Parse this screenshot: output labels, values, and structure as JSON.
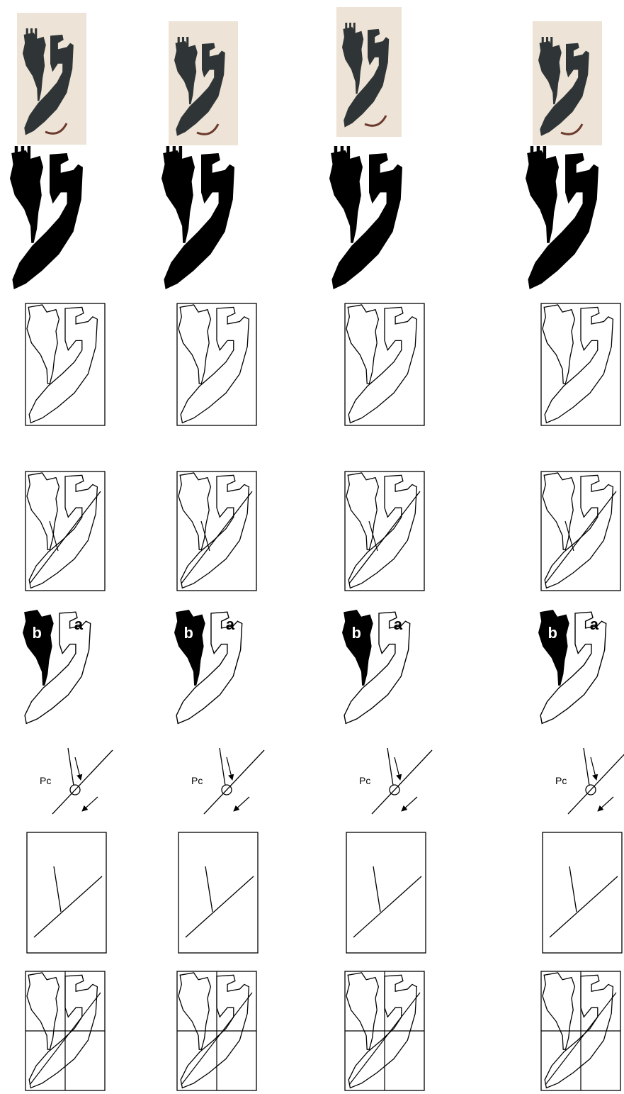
{
  "columns": [
    {
      "label_a": "a",
      "label_b": "b",
      "point_label": "Pc"
    },
    {
      "label_a": "a",
      "label_b": "b",
      "point_label": "Pc"
    },
    {
      "label_a": "a",
      "label_b": "b",
      "point_label": "Pc"
    },
    {
      "label_a": "a",
      "label_b": "b",
      "point_label": "Pc"
    }
  ],
  "colors": {
    "parchment": "#ede3d6",
    "ink": "#2f3537",
    "ink_brown": "#6b3a2c",
    "line": "#000000"
  },
  "rows": [
    "photo-row",
    "silhouette-row",
    "outline-row",
    "outline-diagonal-row",
    "segmented-parts-row",
    "stroke-direction-row",
    "skeleton-row",
    "grid-overlay-row"
  ]
}
